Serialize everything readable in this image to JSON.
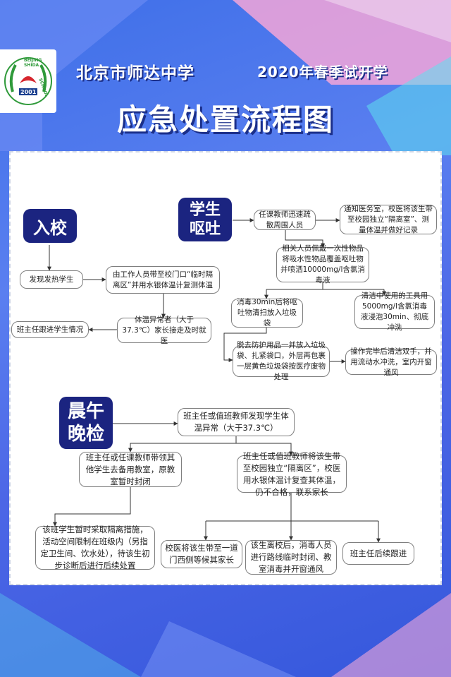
{
  "header": {
    "school_name": "北京市师达中学",
    "subtitle": "2020年春季试开学",
    "main_title": "应急处置流程图"
  },
  "logo": {
    "text_top": "BEIJING SHIDA",
    "text_side": "SCHOOL",
    "year": "2001"
  },
  "sections": {
    "entry": {
      "badge": "入校",
      "find_fever": "发现发热学生",
      "escort": "由工作人员带至校门口“临时隔离区”并用水银体温计复测体温",
      "abnormal": "体温异常者（大于37.3℃）家长接走及时就医",
      "follow": "班主任跟进学生情况"
    },
    "vomit": {
      "badge_line1": "学生",
      "badge_line2": "呕吐",
      "evacuate": "任课教师迅速疏散周围人员",
      "notify": "通知医务室，校医将该生带至校园独立“隔离室”、测量体温并做好记录",
      "cover": "相关人员佩戴一次性物品将吸水性物品覆盖呕吐物并喷洒10000mg/l含氯消毒液",
      "disinfect": "消毒30min后将呕吐物清扫放入垃圾袋",
      "tools": "清洁中使用的工具用5000mg/l含氯消毒液浸泡30min、彻底冲洗",
      "dispose": "脱去防护用品一并放入垃圾袋、扎紧袋口，外层再包裹一层黄色垃圾袋按医疗废物处理",
      "wash": "操作完毕后清洁双手，并用流动水冲洗，室内开窗通风"
    },
    "check": {
      "badge_line1": "晨午",
      "badge_line2": "晚检",
      "found": "班主任或值班教师发现学生体温异常（大于37.3℃）",
      "left": "班主任或任课教师带领其他学生去备用教室，原教室暂时封闭",
      "right": "班主任或值班教师将该生带至校园独立“隔离区”，校医用水银体温计复查其体温，仍不合格，联系家长",
      "measures": "该班学生暂时采取隔离措施，活动空间限制在班级内（另指定卫生间、饮水处），待该生初步诊断后进行后续处置",
      "wait": "校医将该生带至一道门西侧等候其家长",
      "after_leave": "该生离校后，消毒人员进行路线临时封闭、教室消毒并开窗通风",
      "track": "班主任后续跟进"
    }
  },
  "colors": {
    "badge": "#1b2480",
    "background": "#4c66e6",
    "accent_pink": "#f3a6d8",
    "accent_cyan": "#5fe0ee"
  }
}
